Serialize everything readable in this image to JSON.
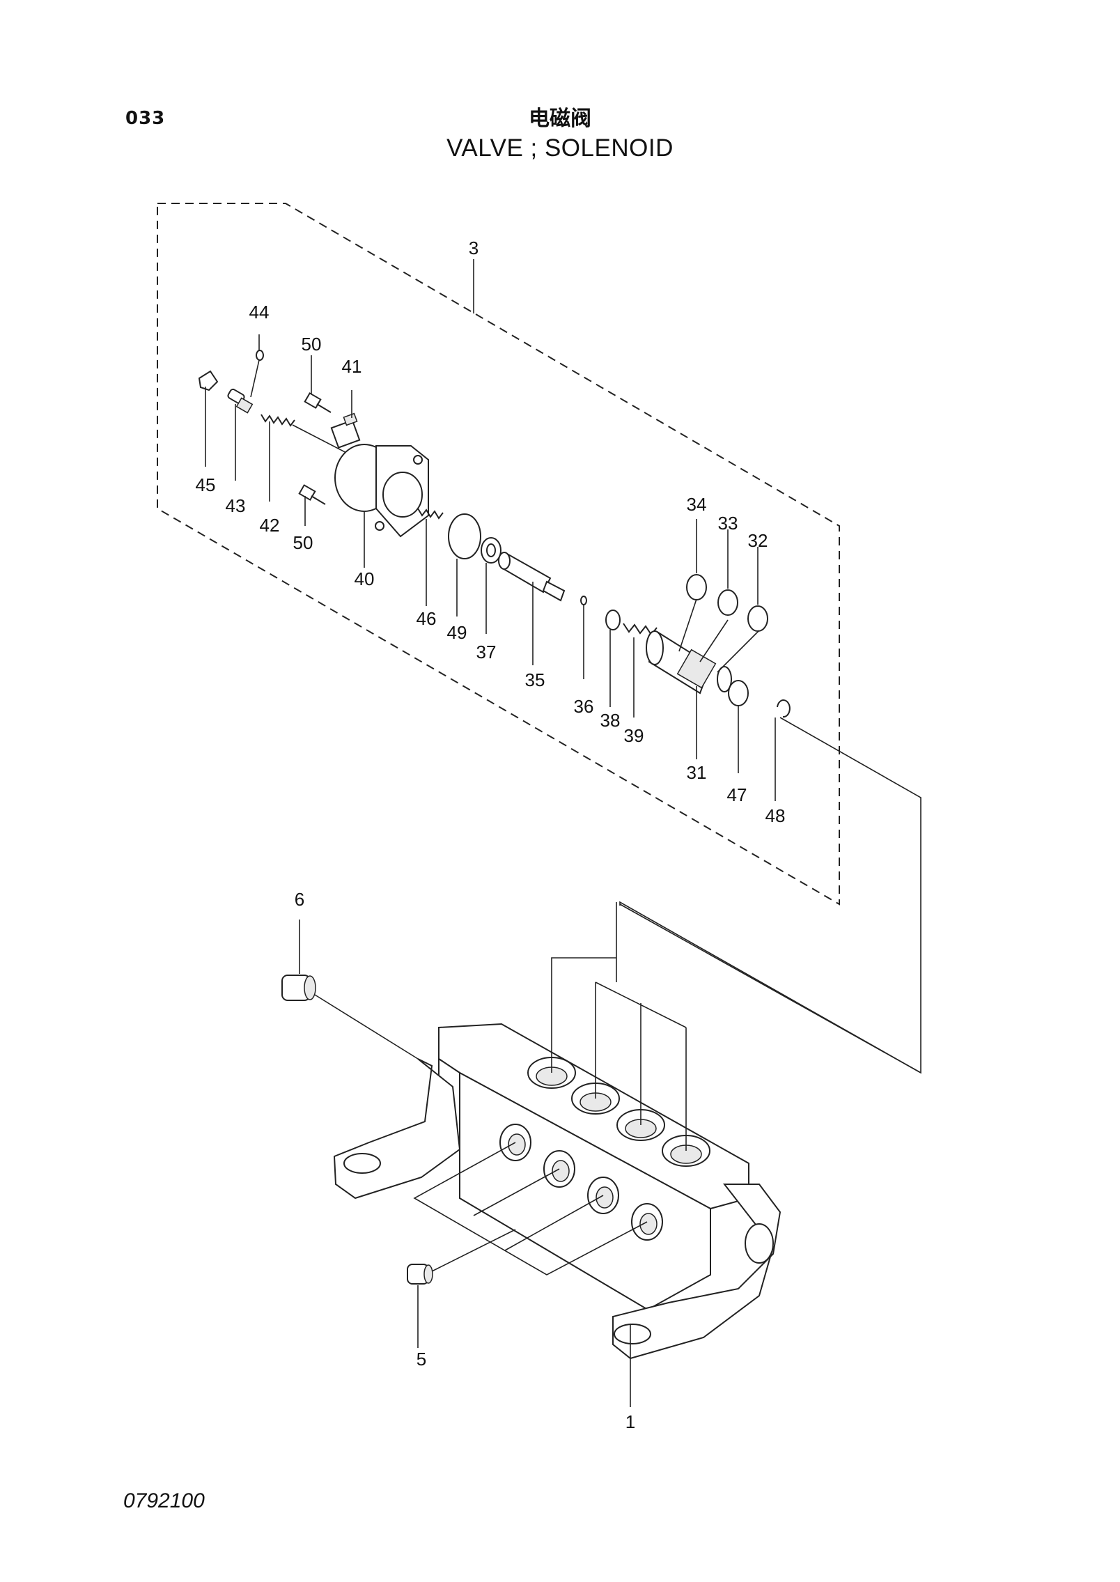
{
  "header": {
    "page_number": "033",
    "title_cn": "电磁阀",
    "title_en": "VALVE ; SOLENOID"
  },
  "footer": {
    "document_code": "0792100"
  },
  "part_labels": {
    "p1": "1",
    "p3": "3",
    "p5": "5",
    "p6": "6",
    "p31": "31",
    "p32": "32",
    "p33": "33",
    "p34": "34",
    "p35": "35",
    "p36": "36",
    "p37": "37",
    "p38": "38",
    "p39": "39",
    "p40": "40",
    "p41": "41",
    "p42": "42",
    "p43": "43",
    "p44": "44",
    "p45": "45",
    "p46": "46",
    "p47": "47",
    "p48": "48",
    "p49": "49",
    "p50a": "50",
    "p50b": "50"
  }
}
